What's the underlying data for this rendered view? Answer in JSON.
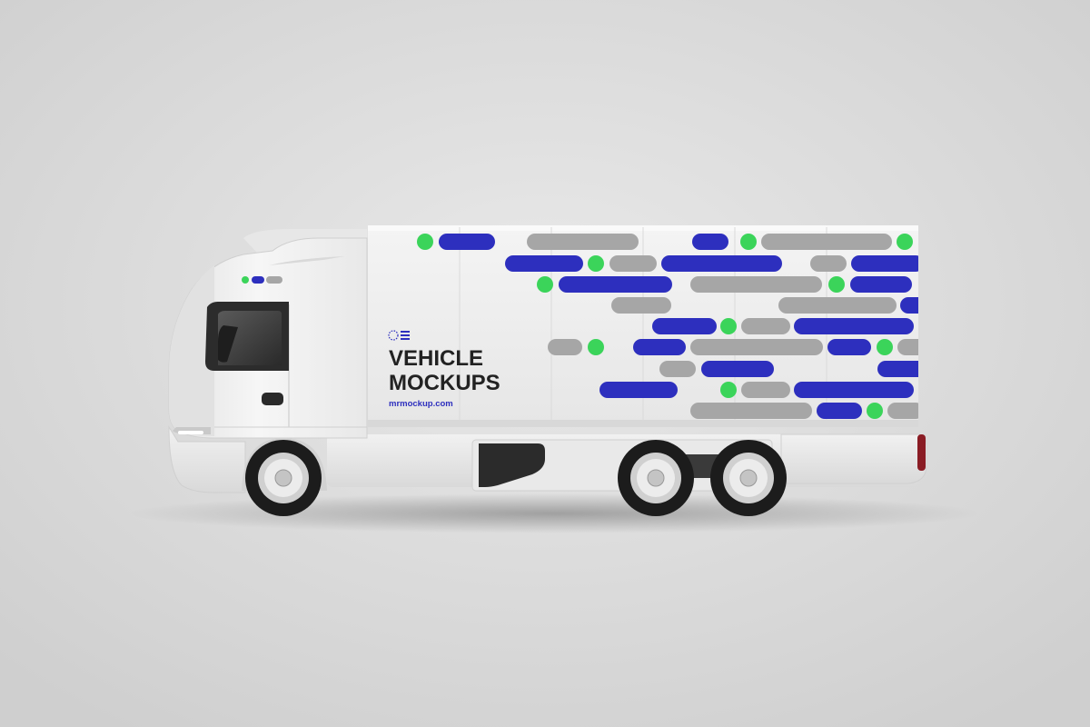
{
  "box_branding": {
    "headline_line1": "VEHICLE",
    "headline_line2": "MOCKUPS",
    "website": "mrmockup.com"
  },
  "colors": {
    "background": "#d3d3d3",
    "truck_body": "#eeeeee",
    "accent_blue": "#2d2fbe",
    "accent_green": "#3bd45a",
    "accent_gray": "#a6a6a6",
    "headline": "#222222",
    "tyre": "#1c1c1c",
    "tail_light": "#8a1c24"
  },
  "icons": [
    "logo-mark-icon"
  ]
}
